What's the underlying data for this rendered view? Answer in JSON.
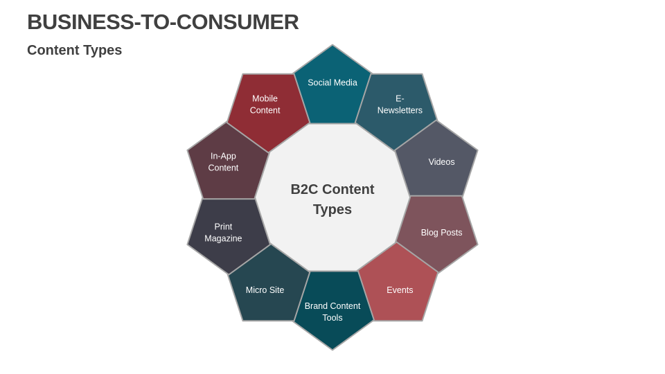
{
  "slide": {
    "title": "BUSINESS-TO-CONSUMER",
    "subtitle": "Content Types"
  },
  "diagram": {
    "center": {
      "lines": [
        "B2C Content",
        "Types"
      ],
      "fill": "#f2f2f2"
    },
    "stroke": "#a6a6a6",
    "segments": [
      {
        "id": "social-media",
        "lines": [
          "Social Media"
        ],
        "angle": 0,
        "color": "#0b6275"
      },
      {
        "id": "e-newsletters",
        "lines": [
          "E-",
          "Newsletters"
        ],
        "angle": 36,
        "color": "#2c5a6a"
      },
      {
        "id": "videos",
        "lines": [
          "Videos"
        ],
        "angle": 72,
        "color": "#545866"
      },
      {
        "id": "blog-posts",
        "lines": [
          "Blog Posts"
        ],
        "angle": 108,
        "color": "#7e545c"
      },
      {
        "id": "events",
        "lines": [
          "Events"
        ],
        "angle": 144,
        "color": "#ae5156"
      },
      {
        "id": "brand-content-tools",
        "lines": [
          "Brand Content",
          "Tools"
        ],
        "angle": 180,
        "color": "#084b58"
      },
      {
        "id": "micro-site",
        "lines": [
          "Micro Site"
        ],
        "angle": 216,
        "color": "#264751"
      },
      {
        "id": "print-magazine",
        "lines": [
          "Print",
          "Magazine"
        ],
        "angle": 252,
        "color": "#3d3d49"
      },
      {
        "id": "in-app-content",
        "lines": [
          "In-App",
          "Content"
        ],
        "angle": 288,
        "color": "#5e3c45"
      },
      {
        "id": "mobile-content",
        "lines": [
          "Mobile",
          "Content"
        ],
        "angle": 324,
        "color": "#8f2d35"
      }
    ]
  }
}
